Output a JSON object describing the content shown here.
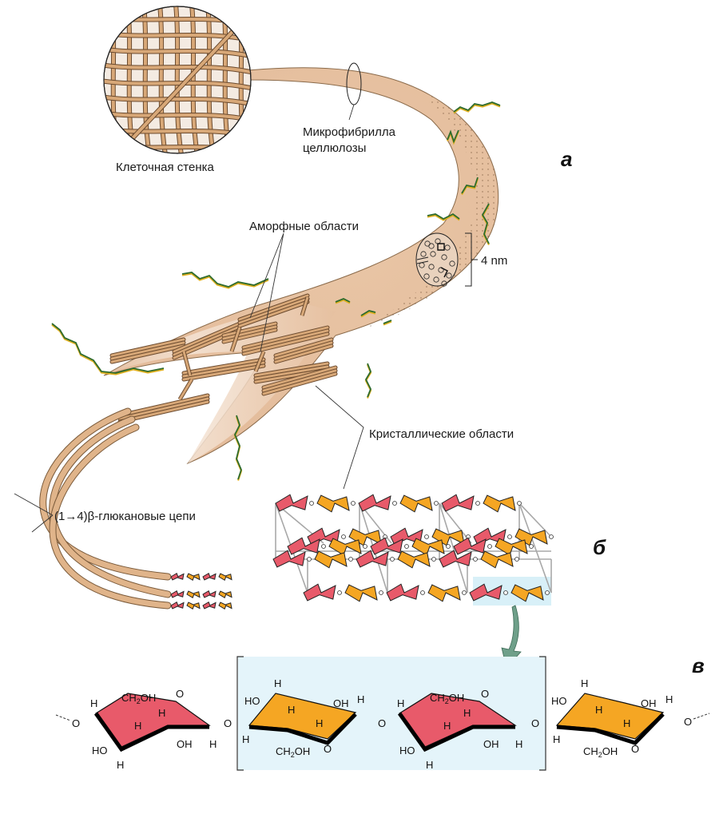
{
  "figure": {
    "panels": {
      "a": "а",
      "b": "б",
      "c": "в"
    },
    "labels": {
      "cell_wall": "Клеточная стенка",
      "microfibril_line1": "Микрофибрилла",
      "microfibril_line2": "целлюлозы",
      "amorphous": "Аморфные области",
      "diameter": "4 nm",
      "crystalline": "Кристаллические области",
      "glucan_chains": "(1→4)β-глюкановые цепи"
    },
    "colors": {
      "fibril": "#e7c2a0",
      "fibril_edge": "#8a6a4a",
      "strand": "#d8a878",
      "hemicellulose_green": "#2e6b2e",
      "hemicellulose_yellow": "#e0b020",
      "glucose_red": "#e85a6a",
      "glucose_orange": "#f5a623",
      "highlight_blue": "#d8f0f8",
      "arrow_teal": "#6fa08a"
    },
    "structure": {
      "atoms": {
        "O": "O",
        "H": "H",
        "OH": "OH",
        "HO": "HO",
        "CH2OH_main": "CH",
        "CH2OH_sub": "2",
        "CH2OH_tail": "OH"
      },
      "units": [
        "glucose-red",
        "glucose-orange",
        "glucose-red",
        "glucose-orange"
      ]
    }
  }
}
